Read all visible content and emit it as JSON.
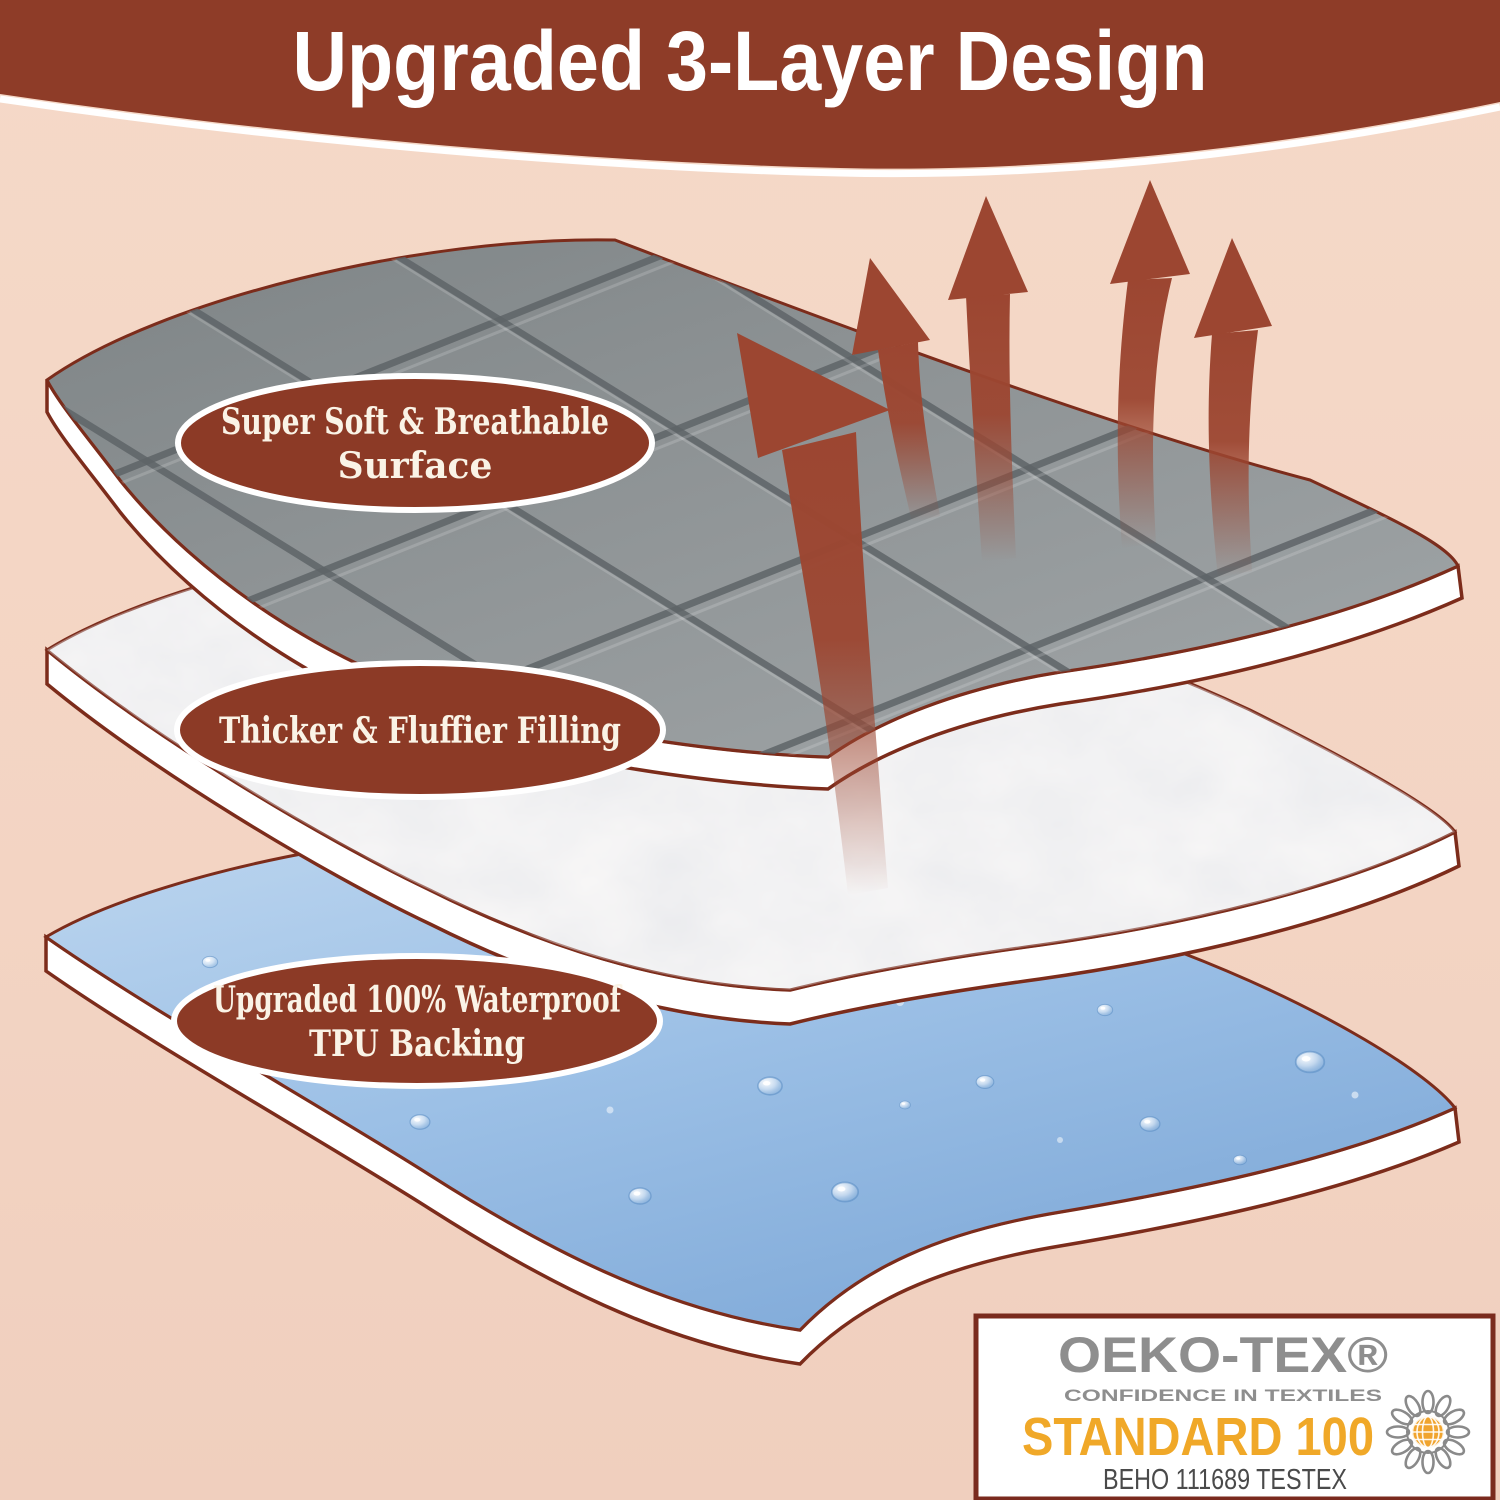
{
  "title": "Upgraded 3-Layer Design",
  "layers": [
    {
      "id": "surface",
      "line1": "Super Soft & Breathable",
      "line2": "Surface"
    },
    {
      "id": "filling",
      "line1": "Thicker & Fluffier Filling",
      "line2": ""
    },
    {
      "id": "backing",
      "line1": "Upgraded 100% Waterproof",
      "line2": "TPU Backing"
    }
  ],
  "certification": {
    "brand": "OEKO-TEX®",
    "tagline": "CONFIDENCE IN TEXTILES",
    "standard": "STANDARD 100",
    "code": "BEHO 111689 TESTEX"
  },
  "colors": {
    "banner_brown": "#8E3C28",
    "background_peach": "#F4D7C6",
    "outline_maroon": "#7C2C1B",
    "oval_fill": "#8C3A26",
    "arrow_red": "#9C4631",
    "quilt_gray": "#8A8F91",
    "water_blue": "#8FB6DE",
    "standard_orange": "#F0A828",
    "oeko_gray": "#8E8E8E"
  }
}
